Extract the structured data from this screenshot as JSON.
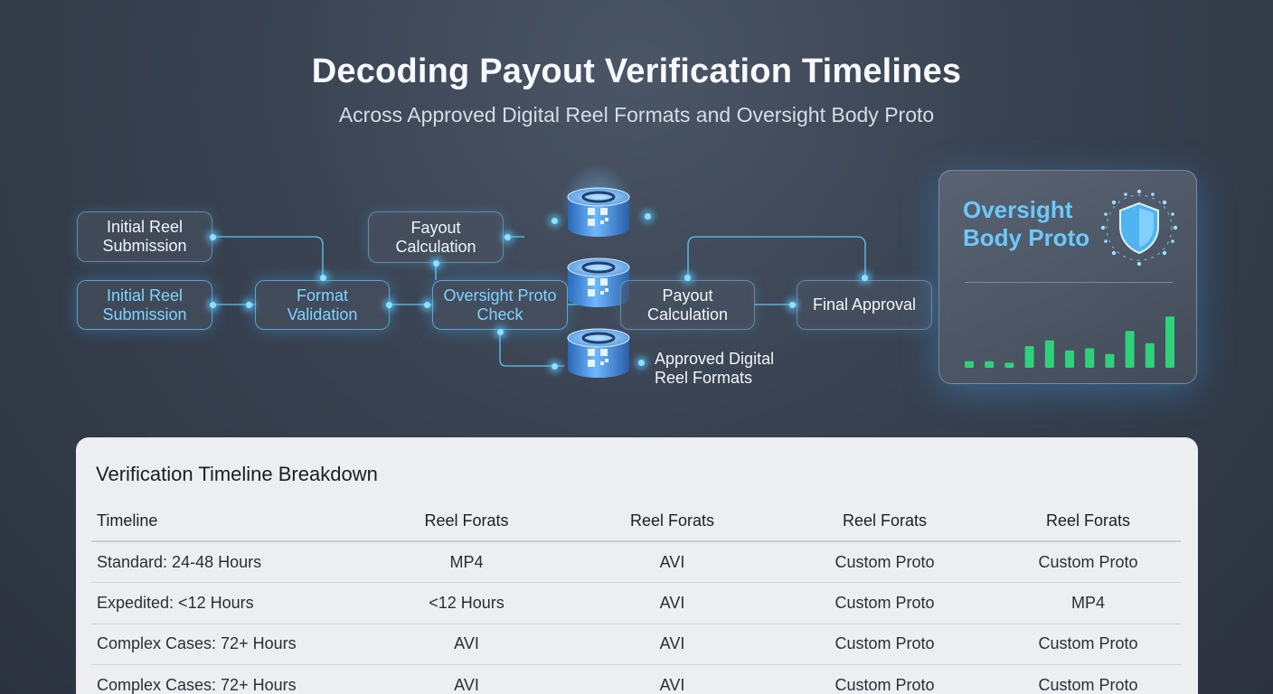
{
  "title": "Decoding Payout Verification Timelines",
  "subtitle": "Across Approved Digital Reel Formats and Oversight Body Proto",
  "nodes": {
    "initial_reel_submission_top": "Initial Reel Submission",
    "initial_reel_submission_bottom": "Initial Reel Submission",
    "format_validation": "Format Validation",
    "fayout_calculation": "Fayout Calculation",
    "oversight_proto_check": "Oversight Proto Check",
    "payout_calculation": "Payout Calculation",
    "final_approval": "Final Approval"
  },
  "stack_label": "Approved Digital Reel Formats",
  "oversight_card": {
    "title": "Oversight Body Proto",
    "bar_levels": [
      0.09,
      0.09,
      0.07,
      0.3,
      0.38,
      0.24,
      0.27,
      0.19,
      0.51,
      0.34,
      0.71
    ]
  },
  "colors": {
    "accent": "#6cc8ff",
    "bar_green": "#2fd27a",
    "connector": "#5ec4f2"
  },
  "table": {
    "title": "Verification Timeline Breakdown",
    "headers": [
      "Timeline",
      "Reel Forats",
      "Reel Forats",
      "Reel Forats",
      "Reel Forats"
    ],
    "rows": [
      [
        "Standard: 24-48 Hours",
        "MP4",
        "AVI",
        "Custom Proto",
        "Custom Proto"
      ],
      [
        "Expedited: <12 Hours",
        "<12 Hours",
        "AVI",
        "Custom Proto",
        "MP4"
      ],
      [
        "Complex Cases: 72+ Hours",
        "AVI",
        "AVI",
        "Custom Proto",
        "Custom Proto"
      ],
      [
        "Complex Cases: 72+ Hours",
        "AVI",
        "AVI",
        "Custom Proto",
        "Custom Proto"
      ]
    ]
  }
}
